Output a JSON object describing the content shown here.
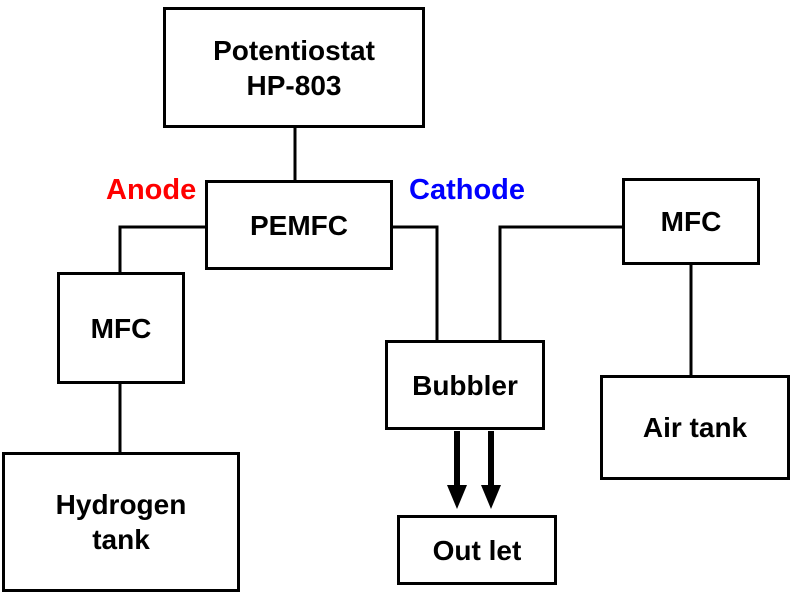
{
  "diagram": {
    "nodes": {
      "potentiostat": {
        "label": "Potentiostat\nHP-803"
      },
      "pemfc": {
        "label": "PEMFC"
      },
      "mfc_left": {
        "label": "MFC"
      },
      "mfc_right": {
        "label": "MFC"
      },
      "hydrogen_tank": {
        "label": "Hydrogen\ntank"
      },
      "bubbler": {
        "label": "Bubbler"
      },
      "air_tank": {
        "label": "Air tank"
      },
      "outlet": {
        "label": "Out let"
      }
    },
    "annotations": {
      "anode": {
        "label": "Anode",
        "color": "#ff0000"
      },
      "cathode": {
        "label": "Cathode",
        "color": "#0000ff"
      }
    },
    "line_color": "#000000",
    "box_border_color": "#000000",
    "background_color": "#ffffff"
  }
}
